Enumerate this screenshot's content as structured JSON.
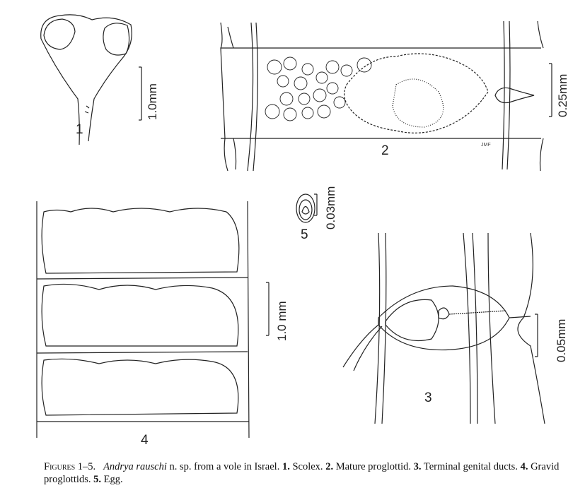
{
  "figures": [
    {
      "number": "1",
      "scale": "1.0mm"
    },
    {
      "number": "2",
      "scale": "0.25mm",
      "signature": "JMF"
    },
    {
      "number": "3",
      "scale": "0.05mm"
    },
    {
      "number": "4",
      "scale": "1.0 mm"
    },
    {
      "number": "5",
      "scale": "0.03mm"
    }
  ],
  "caption": {
    "prefix": "Figures 1–5.",
    "species": "Andrya rauschi",
    "text1": " n. sp. from a vole in Israel. ",
    "items": [
      {
        "num": "1.",
        "text": " Scolex. "
      },
      {
        "num": "2.",
        "text": " Mature proglottid. "
      },
      {
        "num": "3.",
        "text": " Terminal genital ducts. "
      },
      {
        "num": "4.",
        "text": " Gravid proglottids. "
      },
      {
        "num": "5.",
        "text": " Egg."
      }
    ]
  }
}
